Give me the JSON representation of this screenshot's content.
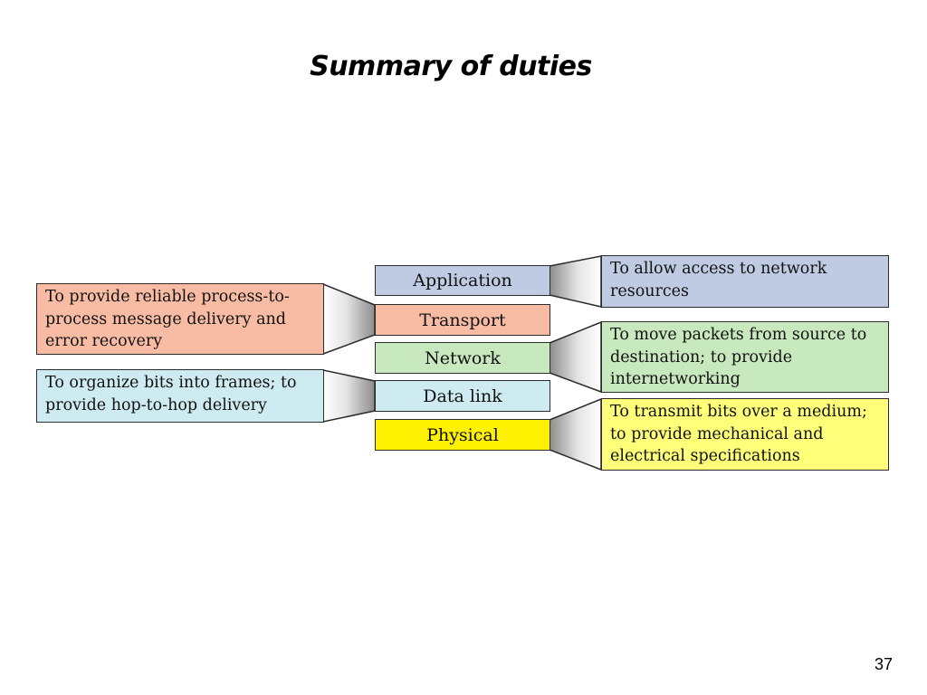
{
  "title": "Summary of duties",
  "page_number": "37",
  "colors": {
    "application": "#bfcbe2",
    "transport": "#f8bca4",
    "network": "#c8e8bd",
    "data_link": "#cdebf1",
    "physical": "#fff200",
    "physical_desc": "#ffff7a",
    "border": "#2b2b2b"
  },
  "layers": [
    {
      "id": "application",
      "label": "Application"
    },
    {
      "id": "transport",
      "label": "Transport"
    },
    {
      "id": "network",
      "label": "Network"
    },
    {
      "id": "data_link",
      "label": "Data link"
    },
    {
      "id": "physical",
      "label": "Physical"
    }
  ],
  "duties": {
    "application": "To allow access to network resources",
    "transport": "To provide reliable process-to-process message delivery and error recovery",
    "network": "To move packets from source to destination; to provide internetworking",
    "data_link": "To organize bits into frames; to provide hop-to-hop delivery",
    "physical": "To transmit bits over a medium; to provide mechanical and electrical specifications"
  }
}
